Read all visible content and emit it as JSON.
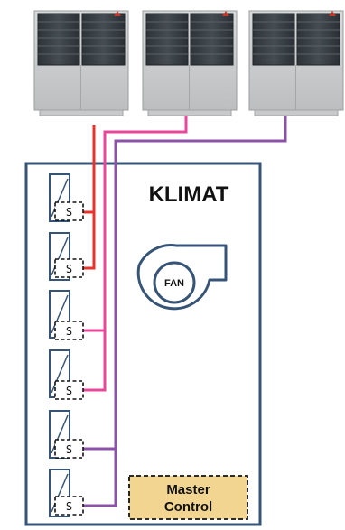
{
  "title": "KLIMAT",
  "fan_label": "FAN",
  "master_control": {
    "line1": "Master",
    "line2": "Control"
  },
  "sensor_label": "S",
  "sensor_count": 6,
  "outdoor_unit_count": 3,
  "colors": {
    "frame": "#355478",
    "line_red": "#e8322b",
    "line_pink": "#e8479a",
    "line_purple": "#8b52a8",
    "master_fill": "#f3d592",
    "coil_stroke": "#355478"
  },
  "icons": [
    "outdoor-unit-icon",
    "fan-icon",
    "coil-icon",
    "sensor-icon"
  ]
}
